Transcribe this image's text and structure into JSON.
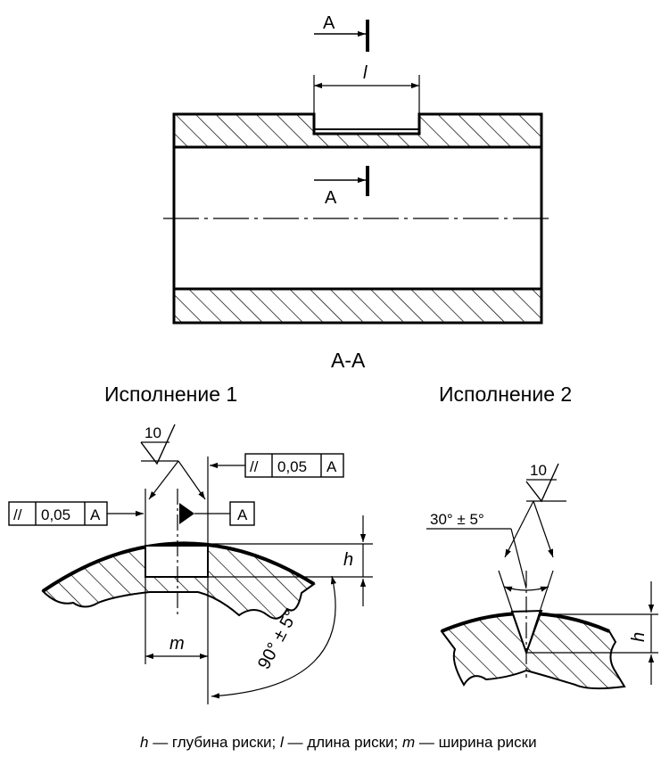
{
  "top_view": {
    "section_letter_top": "A",
    "section_letter_bottom": "A",
    "length_label": "l"
  },
  "section_title": "А-А",
  "variant1": {
    "title": "Исполнение 1",
    "roughness": "10",
    "tol_symbol": "//",
    "tol_left_value": "0,05",
    "tol_left_datum": "A",
    "tol_right_value": "0,05",
    "tol_right_datum": "A",
    "datum_letter": "A",
    "depth_label": "h",
    "width_label": "m",
    "angle_label": "90° ± 5°"
  },
  "variant2": {
    "title": "Исполнение 2",
    "roughness": "10",
    "angle_label": "30° ± 5°",
    "depth_label": "h"
  },
  "caption": {
    "h_sym": "h",
    "h_text": " — глубина риски; ",
    "l_sym": "l",
    "l_text": " — длина риски; ",
    "m_sym": "m",
    "m_text": " — ширина риски"
  }
}
